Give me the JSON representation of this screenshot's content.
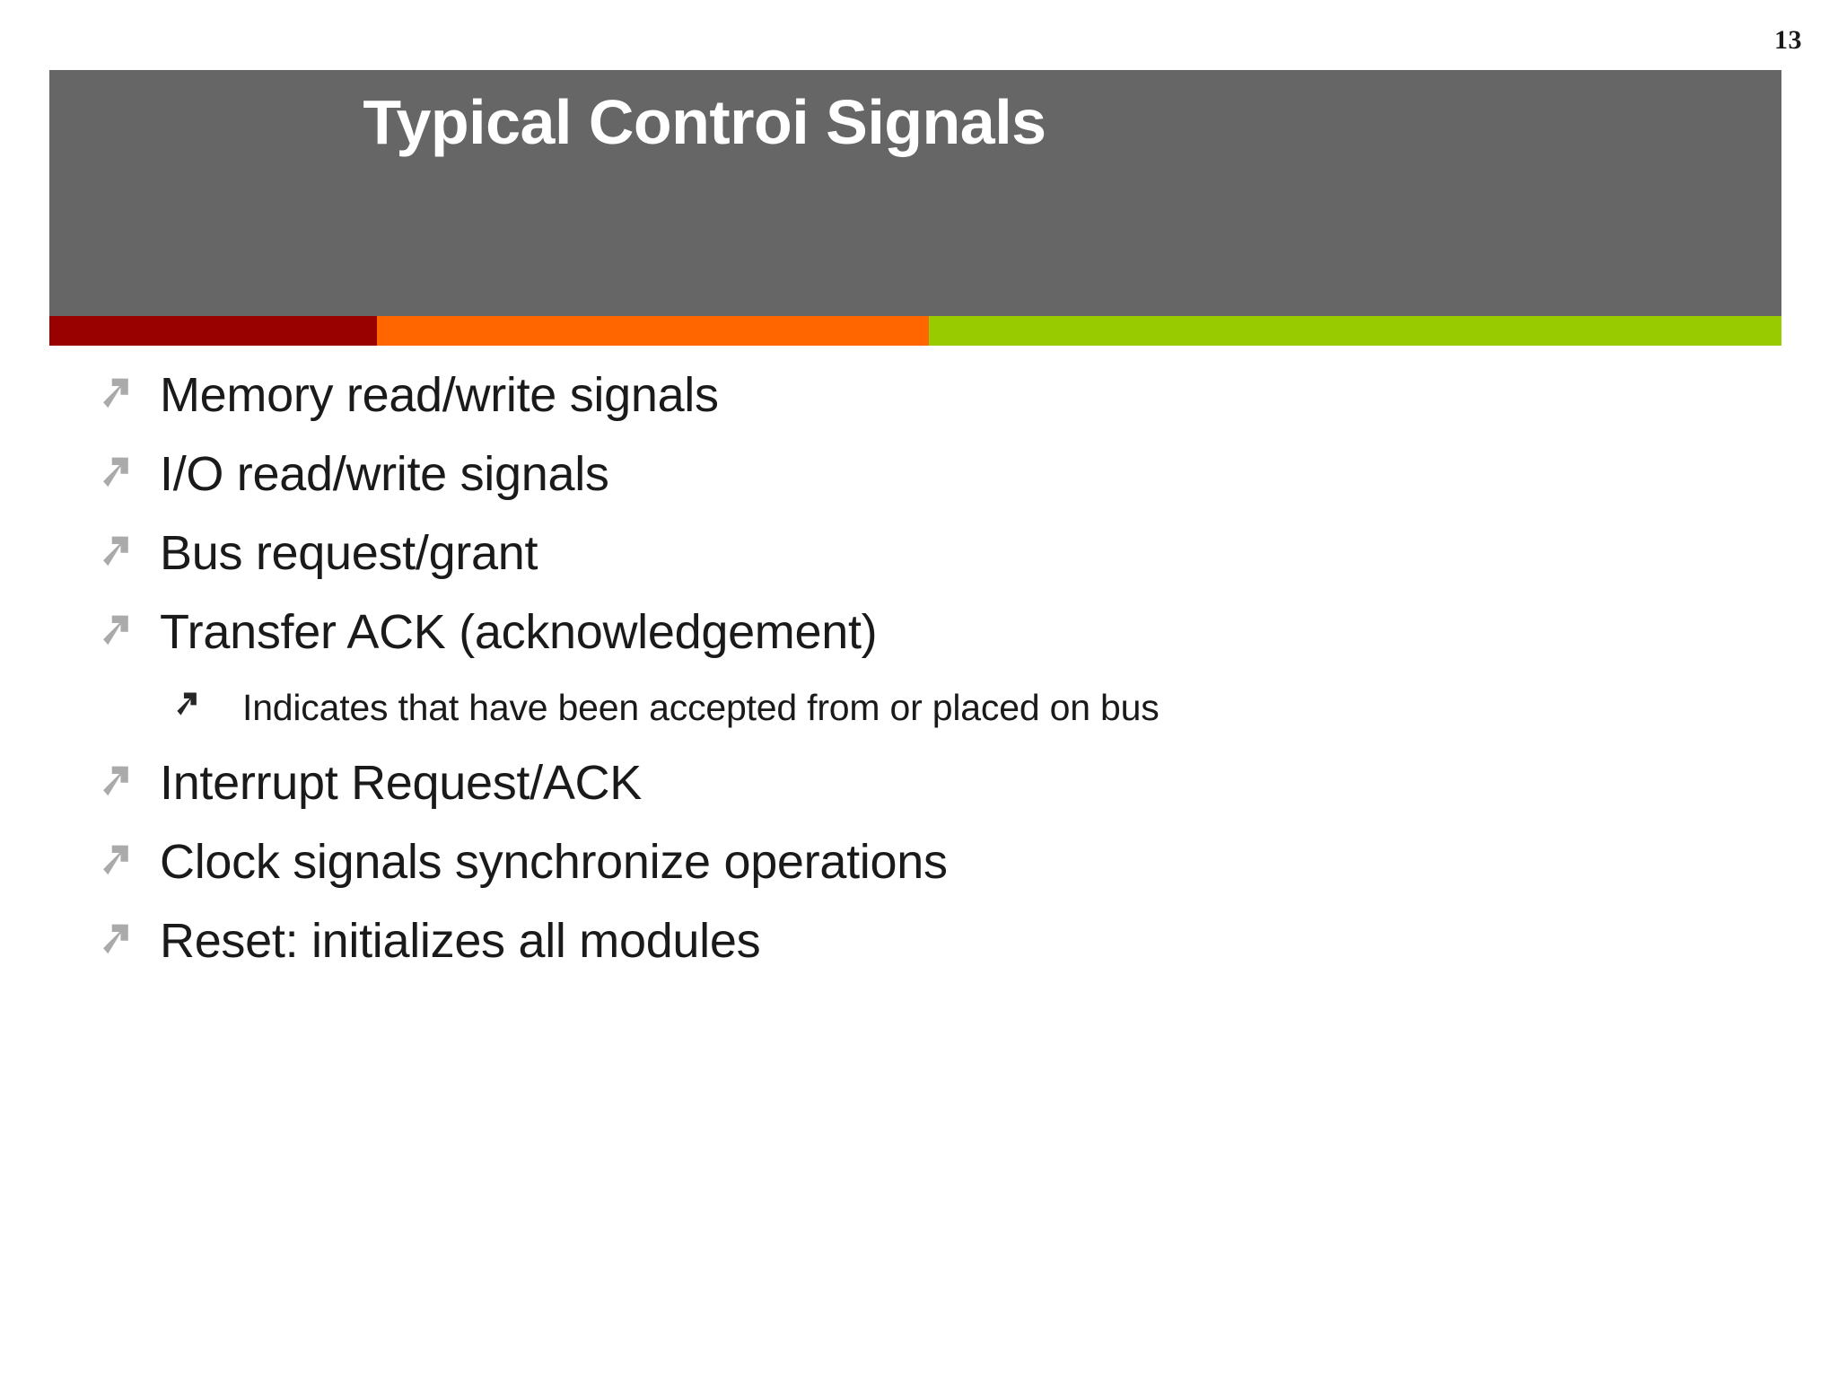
{
  "slide": {
    "page_number": "13",
    "background_color": "#ffffff"
  },
  "title": {
    "text": "Typical Controi Signals",
    "band_color": "#666666",
    "text_color": "#ffffff"
  },
  "accent_stripe": {
    "segments": [
      {
        "name": "red",
        "color": "#990000"
      },
      {
        "name": "orange",
        "color": "#FF6600"
      },
      {
        "name": "green",
        "color": "#99CC00"
      }
    ]
  },
  "body": {
    "bullet_icon_name": "arrow-northeast-icon",
    "level1_bullet_color": "#AAAAAA",
    "level2_bullet_color": "#262626",
    "text_color": "#1a1a1a",
    "items": [
      {
        "level": 1,
        "text": "Memory read/write signals"
      },
      {
        "level": 1,
        "text": "I/O read/write signals"
      },
      {
        "level": 1,
        "text": "Bus request/grant"
      },
      {
        "level": 1,
        "text": "Transfer ACK (acknowledgement)"
      },
      {
        "level": 2,
        "text": "Indicates that have been accepted from or placed on bus"
      },
      {
        "level": 1,
        "text": "Interrupt Request/ACK"
      },
      {
        "level": 1,
        "text": "Clock signals synchronize operations"
      },
      {
        "level": 1,
        "text": "Reset: initializes all modules"
      }
    ]
  }
}
